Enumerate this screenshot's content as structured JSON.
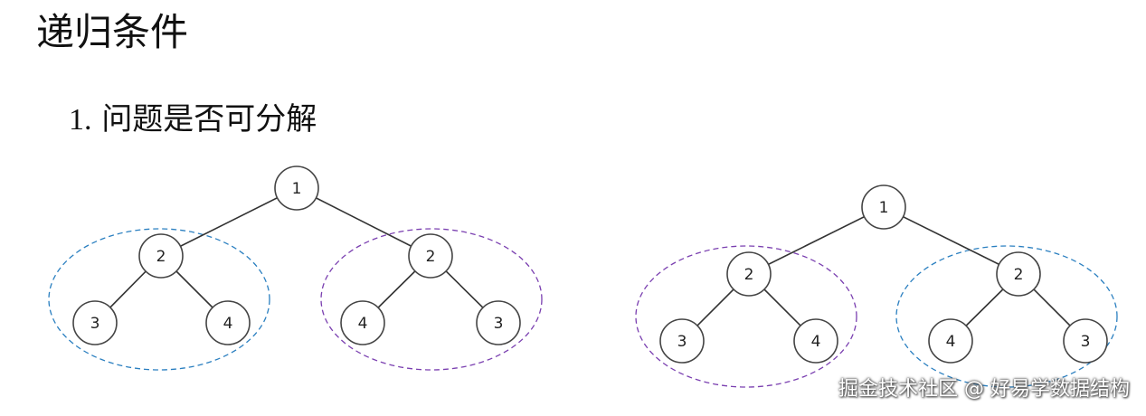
{
  "title": "递归条件",
  "subtitle": {
    "number": "1.",
    "text": "问题是否可分解"
  },
  "watermark": "掘金技术社区 @ 好易学数据结构",
  "colors": {
    "edge": "#333333",
    "node_stroke": "#444444",
    "node_fill": "#ffffff",
    "group_blue": "#2a7fc0",
    "group_purple": "#7a3fb0"
  },
  "trees": [
    {
      "nodes": [
        {
          "id": "a",
          "label": "1"
        },
        {
          "id": "b",
          "label": "2"
        },
        {
          "id": "c",
          "label": "2"
        },
        {
          "id": "d",
          "label": "3"
        },
        {
          "id": "e",
          "label": "4"
        },
        {
          "id": "f",
          "label": "4"
        },
        {
          "id": "g",
          "label": "3"
        }
      ],
      "edges": [
        [
          "a",
          "b"
        ],
        [
          "a",
          "c"
        ],
        [
          "b",
          "d"
        ],
        [
          "b",
          "e"
        ],
        [
          "c",
          "f"
        ],
        [
          "c",
          "g"
        ]
      ],
      "groups": [
        {
          "name": "left-subtree-group",
          "color": "blue"
        },
        {
          "name": "right-subtree-group",
          "color": "purple"
        }
      ]
    },
    {
      "nodes": [
        {
          "id": "a",
          "label": "1"
        },
        {
          "id": "b",
          "label": "2"
        },
        {
          "id": "c",
          "label": "2"
        },
        {
          "id": "d",
          "label": "3"
        },
        {
          "id": "e",
          "label": "4"
        },
        {
          "id": "f",
          "label": "4"
        },
        {
          "id": "g",
          "label": "3"
        }
      ],
      "edges": [
        [
          "a",
          "b"
        ],
        [
          "a",
          "c"
        ],
        [
          "b",
          "d"
        ],
        [
          "b",
          "e"
        ],
        [
          "c",
          "f"
        ],
        [
          "c",
          "g"
        ]
      ],
      "groups": [
        {
          "name": "left-subtree-group",
          "color": "purple"
        },
        {
          "name": "right-subtree-group",
          "color": "blue"
        }
      ]
    }
  ]
}
